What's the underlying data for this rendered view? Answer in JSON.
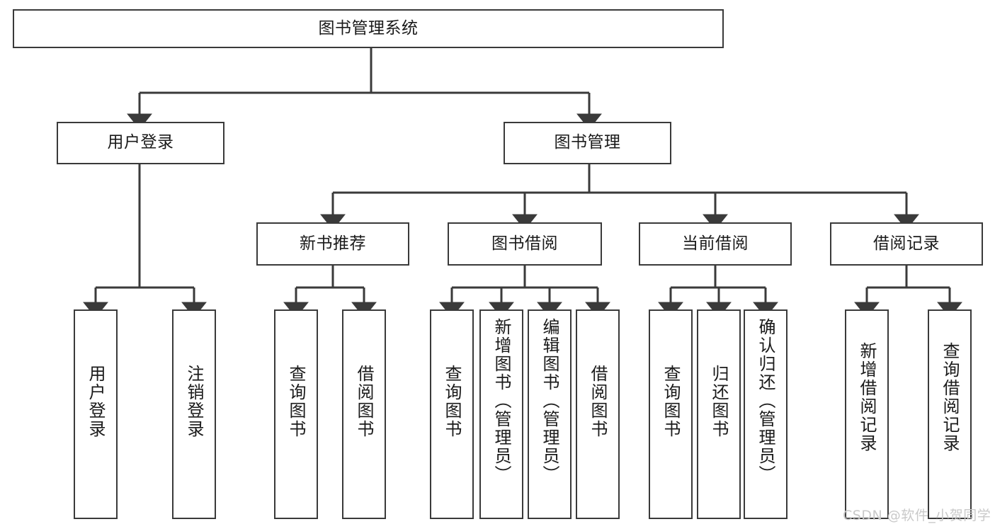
{
  "diagram": {
    "type": "tree",
    "title": "图书管理系统",
    "watermark": "CSDN @软件_小贺同学",
    "colors": {
      "box_border": "#3a3a3a",
      "box_fill": "#ffffff",
      "edge": "#3a3a3a",
      "text": "#1a1a1a",
      "watermark": "#c9c9c9"
    },
    "root": {
      "label": "图书管理系统"
    },
    "level2": [
      {
        "label": "用户登录"
      },
      {
        "label": "图书管理"
      }
    ],
    "level3": [
      {
        "label": "新书推荐"
      },
      {
        "label": "图书借阅"
      },
      {
        "label": "当前借阅"
      },
      {
        "label": "借阅记录"
      }
    ],
    "leaves": {
      "user_login": [
        {
          "label": "用户登录"
        },
        {
          "label": "注销登录"
        }
      ],
      "new_book_recommend": [
        {
          "label": "查询图书"
        },
        {
          "label": "借阅图书"
        }
      ],
      "book_borrow": [
        {
          "label": "查询图书"
        },
        {
          "label": "新增图书（管理员）"
        },
        {
          "label": "编辑图书（管理员）"
        },
        {
          "label": "借阅图书"
        }
      ],
      "current_borrow": [
        {
          "label": "查询图书"
        },
        {
          "label": "归还图书"
        },
        {
          "label": "确认归还（管理员）"
        }
      ],
      "borrow_record": [
        {
          "label": "新增借阅记录"
        },
        {
          "label": "查询借阅记录"
        }
      ]
    }
  }
}
